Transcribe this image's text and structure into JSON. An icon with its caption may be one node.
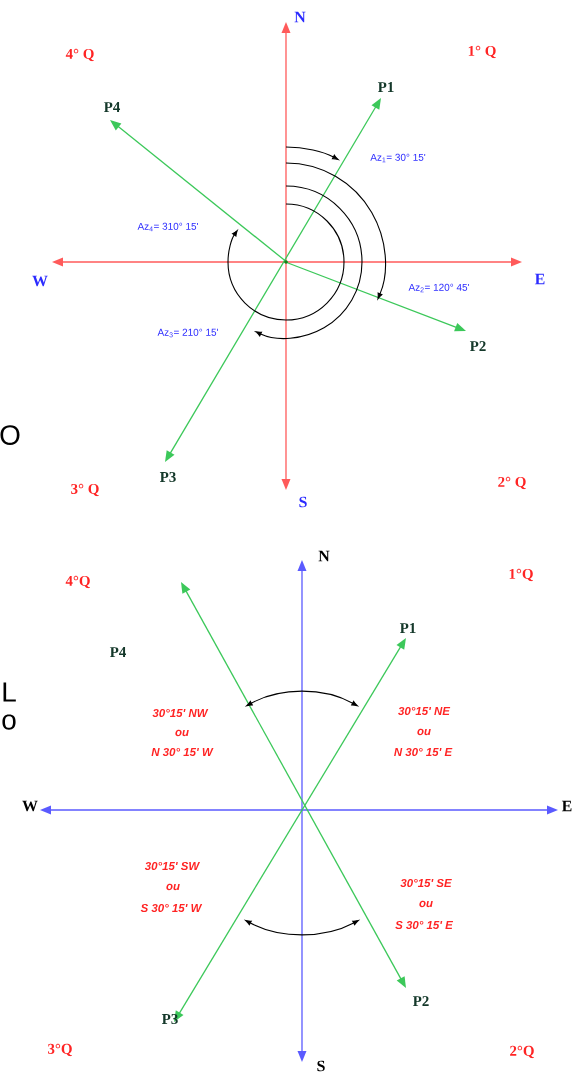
{
  "diagram": {
    "nodes": [
      {
        "text": [
          "N"
        ]
      },
      {
        "text": [
          "E"
        ]
      },
      {
        "text": [
          "S"
        ]
      },
      {
        "text": [
          "W"
        ]
      },
      {
        "text": [
          "P1"
        ]
      },
      {
        "text": [
          "P2"
        ]
      },
      {
        "text": [
          "P3"
        ]
      },
      {
        "text": [
          "P4"
        ]
      },
      {
        "text": [
          "N"
        ]
      },
      {
        "text": [
          "E"
        ]
      },
      {
        "text": [
          "S"
        ]
      },
      {
        "text": [
          "W"
        ]
      },
      {
        "text": [
          "P1"
        ]
      },
      {
        "text": [
          "P2"
        ]
      },
      {
        "text": [
          "P3"
        ]
      },
      {
        "text": [
          "P4"
        ]
      },
      {
        "text": [],
        "shape": "circle"
      }
    ],
    "edges": [
      {
        "from": 2,
        "to": 0,
        "arrow": "both",
        "color": "#ff5a5a"
      },
      {
        "from": 3,
        "to": 1,
        "arrow": "both",
        "color": "#ff5a5a"
      },
      {
        "from": 6,
        "to": 4,
        "arrow": "both",
        "color": "#3cc85a"
      },
      {
        "from": 16,
        "to": 5,
        "arrow": "to",
        "color": "#3cc85a"
      },
      {
        "from": 16,
        "to": 7,
        "arrow": "to",
        "color": "#3cc85a"
      },
      {
        "from": 10,
        "to": 8,
        "arrow": "both",
        "color": "#5a5aff"
      },
      {
        "from": 11,
        "to": 9,
        "arrow": "both",
        "color": "#5a5aff"
      },
      {
        "from": 14,
        "to": 12,
        "arrow": "both",
        "color": "#3cc85a"
      },
      {
        "from": 13,
        "to": 15,
        "arrow": "both",
        "color": "#3cc85a"
      }
    ],
    "labels": [
      "4° Q",
      "1° Q",
      "Az$_{1}$= 30° 15'",
      "Az$_{4}$= 310° 15'",
      "Az$_{2}$= 120° 45'",
      "Az$_{3}$= 210° 15'",
      "O",
      "3° Q",
      "2° Q",
      "4°Q",
      "1°Q",
      "30°15' NW",
      "30°15' NE",
      "L",
      "ou",
      "ou",
      "o",
      "N 30° 15' W",
      "N 30° 15' E",
      "30°15' SW",
      "30°15' SE",
      "ou",
      "ou",
      "S 30° 15' W",
      "S 30° 15' E",
      "3°Q",
      "2°Q"
    ]
  }
}
